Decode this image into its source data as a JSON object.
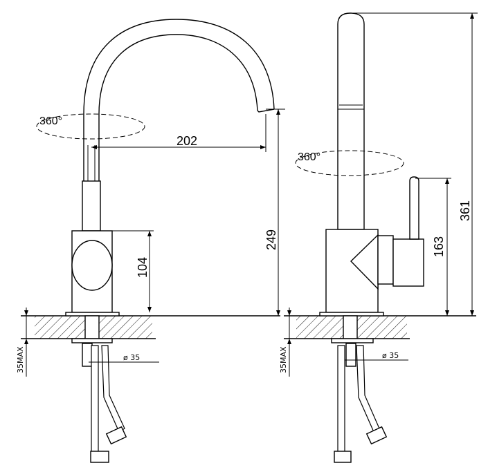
{
  "rotation": "360°",
  "dimensions": {
    "spout_reach": "202",
    "spout_height": "249",
    "body_height": "104",
    "total_height": "361",
    "handle_height": "163",
    "max_thickness": "35MAX",
    "hole_diameter": "ø 35"
  }
}
